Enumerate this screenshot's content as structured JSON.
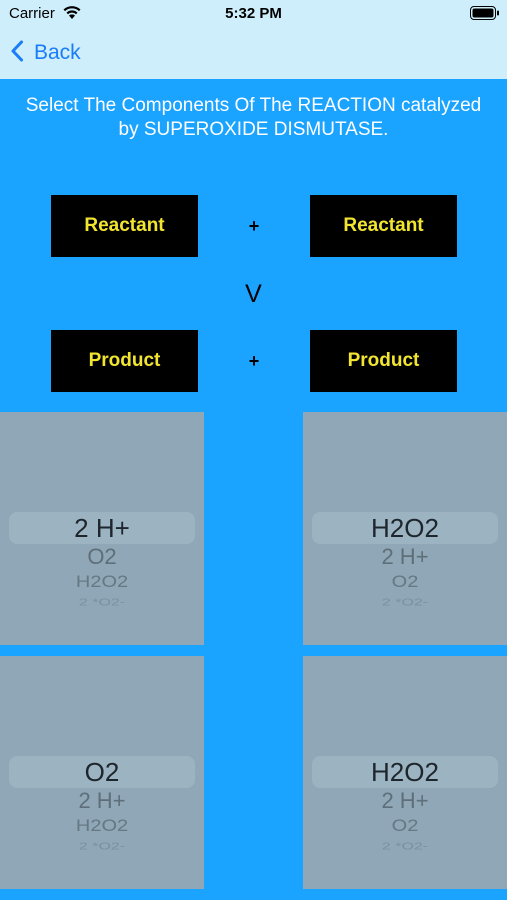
{
  "status_bar": {
    "carrier": "Carrier",
    "time": "5:32 PM"
  },
  "nav": {
    "back_label": "Back"
  },
  "prompt": {
    "line1": "Select The Components Of The REACTION catalyzed",
    "line2": "by SUPEROXIDE DISMUTASE."
  },
  "equation": {
    "reactant_left": "Reactant",
    "reactant_right": "Reactant",
    "product_left": "Product",
    "product_right": "Product",
    "plus_top": "+",
    "plus_bottom": "+",
    "arrow": "V"
  },
  "pickers": [
    {
      "options": [
        "2 H+",
        "O2",
        "H2O2",
        "2 *O2-"
      ]
    },
    {
      "options": [
        "H2O2",
        "2 H+",
        "O2",
        "2 *O2-"
      ]
    },
    {
      "options": [
        "O2",
        "2 H+",
        "H2O2",
        "2 *O2-"
      ]
    },
    {
      "options": [
        "H2O2",
        "2 H+",
        "O2",
        "2 *O2-"
      ]
    }
  ],
  "colors": {
    "background": "#1aa3ff",
    "nav_bar": "#cdeefa",
    "accent": "#1a7cf7",
    "slot_fill": "#000000",
    "slot_text": "#f2e530",
    "picker_fill": "#8fa7b6"
  }
}
